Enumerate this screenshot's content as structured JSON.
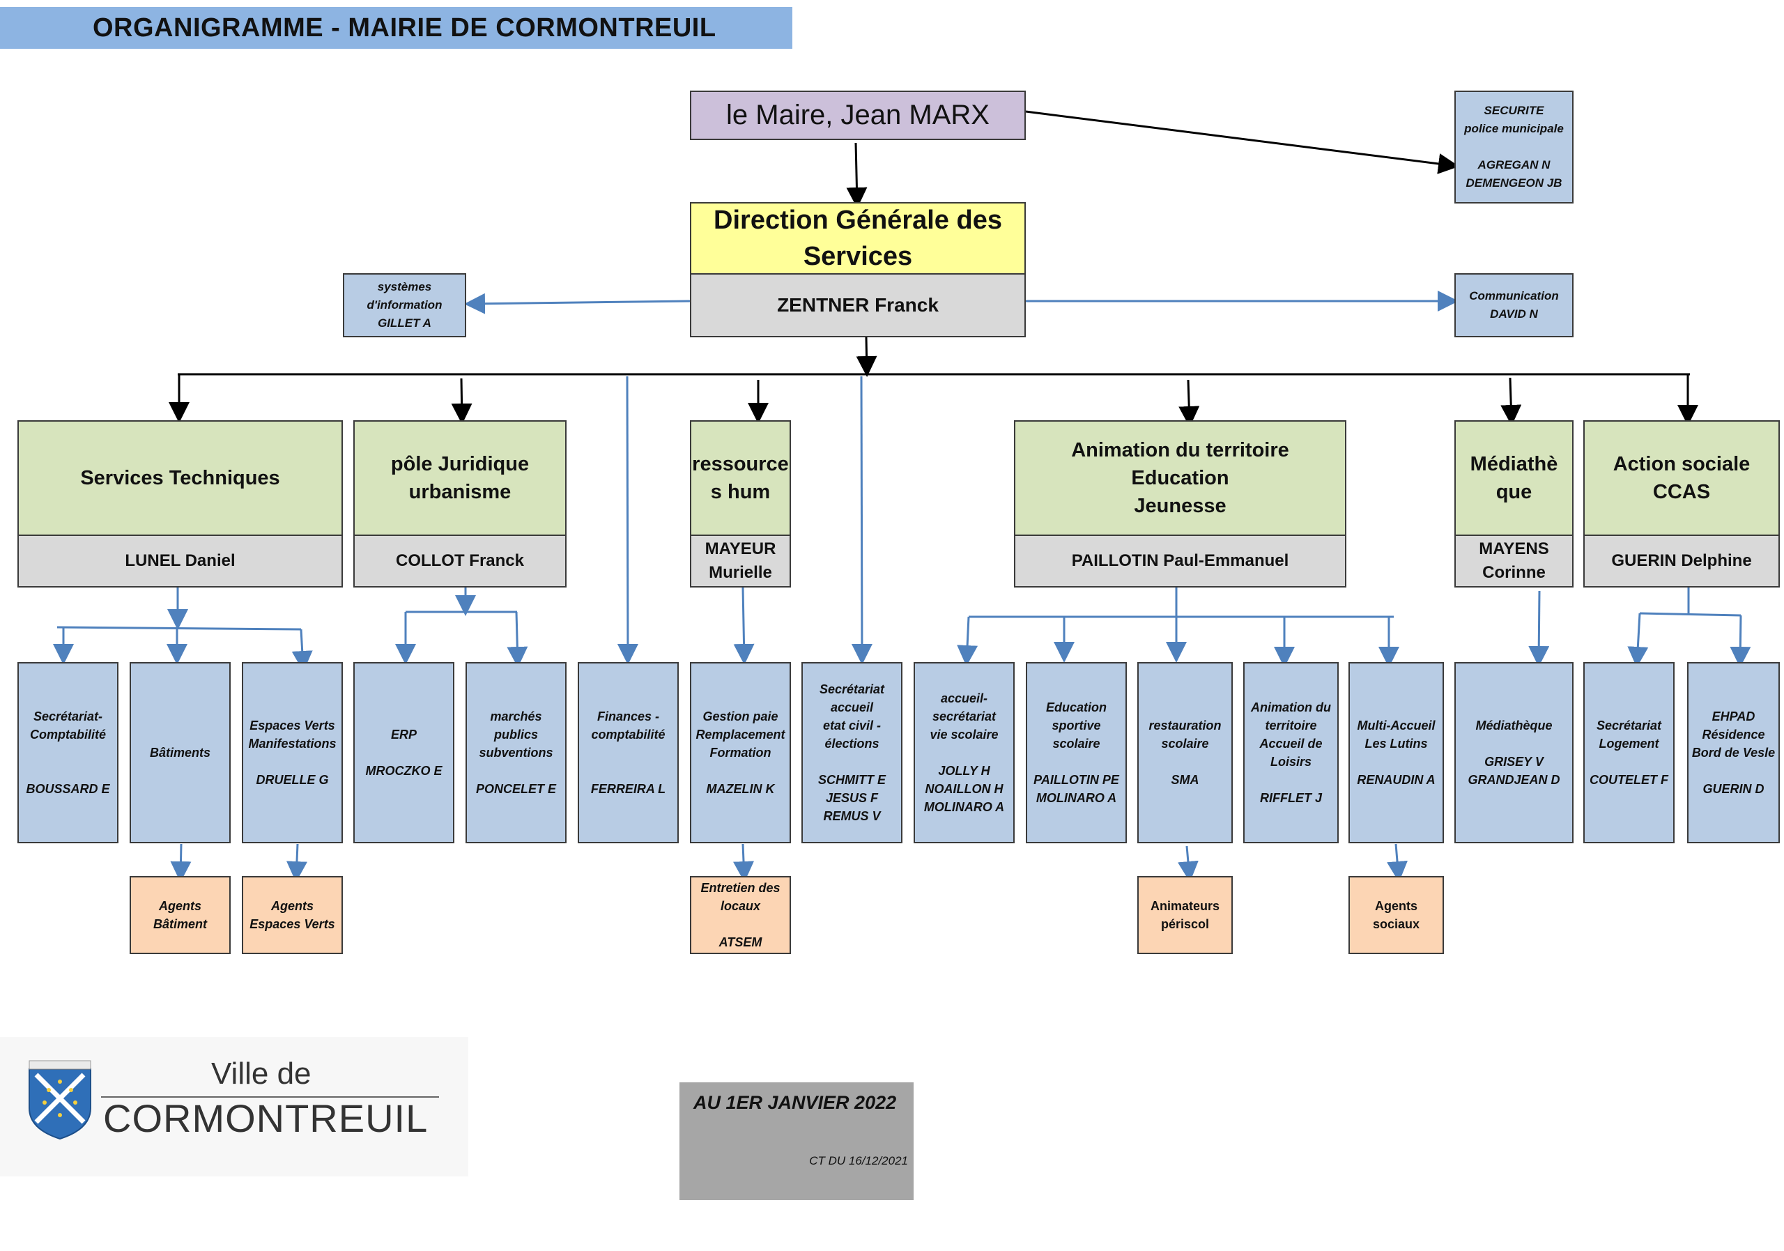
{
  "title": "ORGANIGRAMME  -  MAIRIE DE CORMONTREUIL",
  "maire": "le Maire,    Jean MARX",
  "securite": "SECURITE\npolice municipale\n\nAGREGAN N\nDEMENGEON JB",
  "dgs": {
    "title": "Direction Générale des Services",
    "name": "ZENTNER Franck"
  },
  "si": "systèmes\nd'information\nGILLET A",
  "communication": "Communication\nDAVID N",
  "poles": {
    "tech": {
      "title": "Services Techniques",
      "name": "LUNEL Daniel"
    },
    "jur": {
      "title": "pôle Juridique\nurbanisme",
      "name": "COLLOT Franck"
    },
    "rh": {
      "title": "ressource\ns hum",
      "name": "MAYEUR\nMurielle"
    },
    "anim": {
      "title": "Animation du territoire\nEducation\nJeunesse",
      "name": "PAILLOTIN Paul-Emmanuel"
    },
    "media": {
      "title": "Médiathè\nque",
      "name": "MAYENS\nCorinne"
    },
    "ccas": {
      "title": "Action sociale\nCCAS",
      "name": "GUERIN Delphine"
    }
  },
  "services": {
    "secretariat_compta": "Secrétariat-\nComptabilité\n\n\nBOUSSARD E",
    "batiments": "Bâtiments",
    "espaces_verts": "Espaces Verts\nManifestations\n\nDRUELLE G",
    "erp": "ERP\n\nMROCZKO E",
    "marches": "marchés\npublics\nsubventions\n\nPONCELET E",
    "finances": "Finances  -\ncomptabilité\n\n\nFERREIRA L",
    "paie": "Gestion  paie\nRemplacement\nFormation\n\nMAZELIN K",
    "etat_civil": "Secrétariat\naccueil\netat civil -\nélections\n\nSCHMITT E\nJESUS F\nREMUS V",
    "accueil_scolaire": "accueil-\nsecrétariat\nvie scolaire\n\nJOLLY H\nNOAILLON H\nMOLINARO A",
    "education_sportive": "Education\nsportive\nscolaire\n\nPAILLOTIN PE\nMOLINARO A",
    "restauration": "restauration\nscolaire\n\nSMA",
    "animation_loisirs": "Animation du\nterritoire\nAccueil de\nLoisirs\n\nRIFFLET J",
    "multi_accueil": "Multi-Accueil\nLes Lutins\n\nRENAUDIN A",
    "mediatheque": "Médiathèque\n\nGRISEY V\nGRANDJEAN D",
    "logement": "Secrétariat\nLogement\n\nCOUTELET F",
    "ehpad": "EHPAD\nRésidence\nBord de Vesle\n\nGUERIN D"
  },
  "agents": {
    "batiment": "Agents\nBâtiment",
    "espaces_verts": "Agents\nEspaces Verts",
    "entretien": "Entretien des\nlocaux\n\nATSEM",
    "periscol": "Animateurs\npériscol",
    "sociaux": "Agents sociaux"
  },
  "logo": {
    "line1": "Ville de",
    "line2": "CORMONTREUIL"
  },
  "date": {
    "main": "AU 1ER JANVIER 2022",
    "sub": "CT DU 16/12/2021"
  },
  "colors": {
    "title_bar": "#8db4e2",
    "service_box": "#b8cce4",
    "pole_header": "#d7e4bd",
    "agent_box": "#fcd5b4",
    "dgs_header": "#ffff99",
    "maire_box": "#ccc0da",
    "connector_blue": "#4f81bd"
  }
}
